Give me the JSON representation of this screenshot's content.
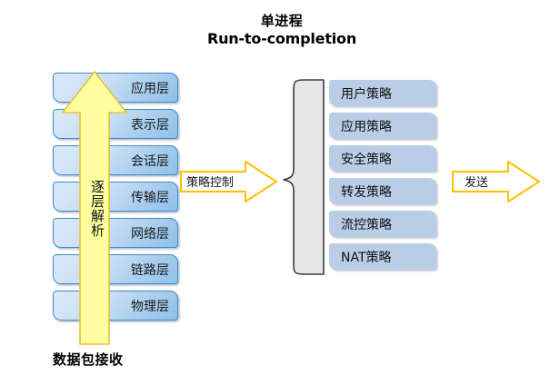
{
  "title": {
    "line1": "单进程",
    "line2": "Run-to-completion"
  },
  "osi_stack": {
    "name": "osi-layer-stack",
    "layers": [
      {
        "label": "应用层"
      },
      {
        "label": "表示层"
      },
      {
        "label": "会话层"
      },
      {
        "label": "传输层"
      },
      {
        "label": "网络层"
      },
      {
        "label": "链路层"
      },
      {
        "label": "物理层"
      }
    ],
    "box_fill_light": "#dceaf9",
    "box_fill_dark": "#8fc0e9",
    "box_border": "#3f8ccb"
  },
  "up_arrow": {
    "label": "逐层解析",
    "fill": "#ffffa0",
    "stroke": "#e8c13a",
    "direction": "up"
  },
  "bottom_caption": {
    "label": "数据包接收"
  },
  "policy_arrow": {
    "label": "策略控制",
    "fill": "#ffffff",
    "stroke": "#ffc000",
    "direction": "right"
  },
  "brace": {
    "name": "left-curly-brace",
    "stroke": "#3d3d3d",
    "fill": "#e6e6e6"
  },
  "policy_list": {
    "name": "policy-list",
    "items": [
      {
        "label": "用户策略"
      },
      {
        "label": "应用策略"
      },
      {
        "label": "安全策略"
      },
      {
        "label": "转发策略"
      },
      {
        "label": "流控策略"
      },
      {
        "label": "NAT策略"
      }
    ],
    "box_fill": "#b9cde6"
  },
  "send_arrow": {
    "label": "发送",
    "fill": "#ffffff",
    "stroke": "#ffc000",
    "direction": "right"
  }
}
